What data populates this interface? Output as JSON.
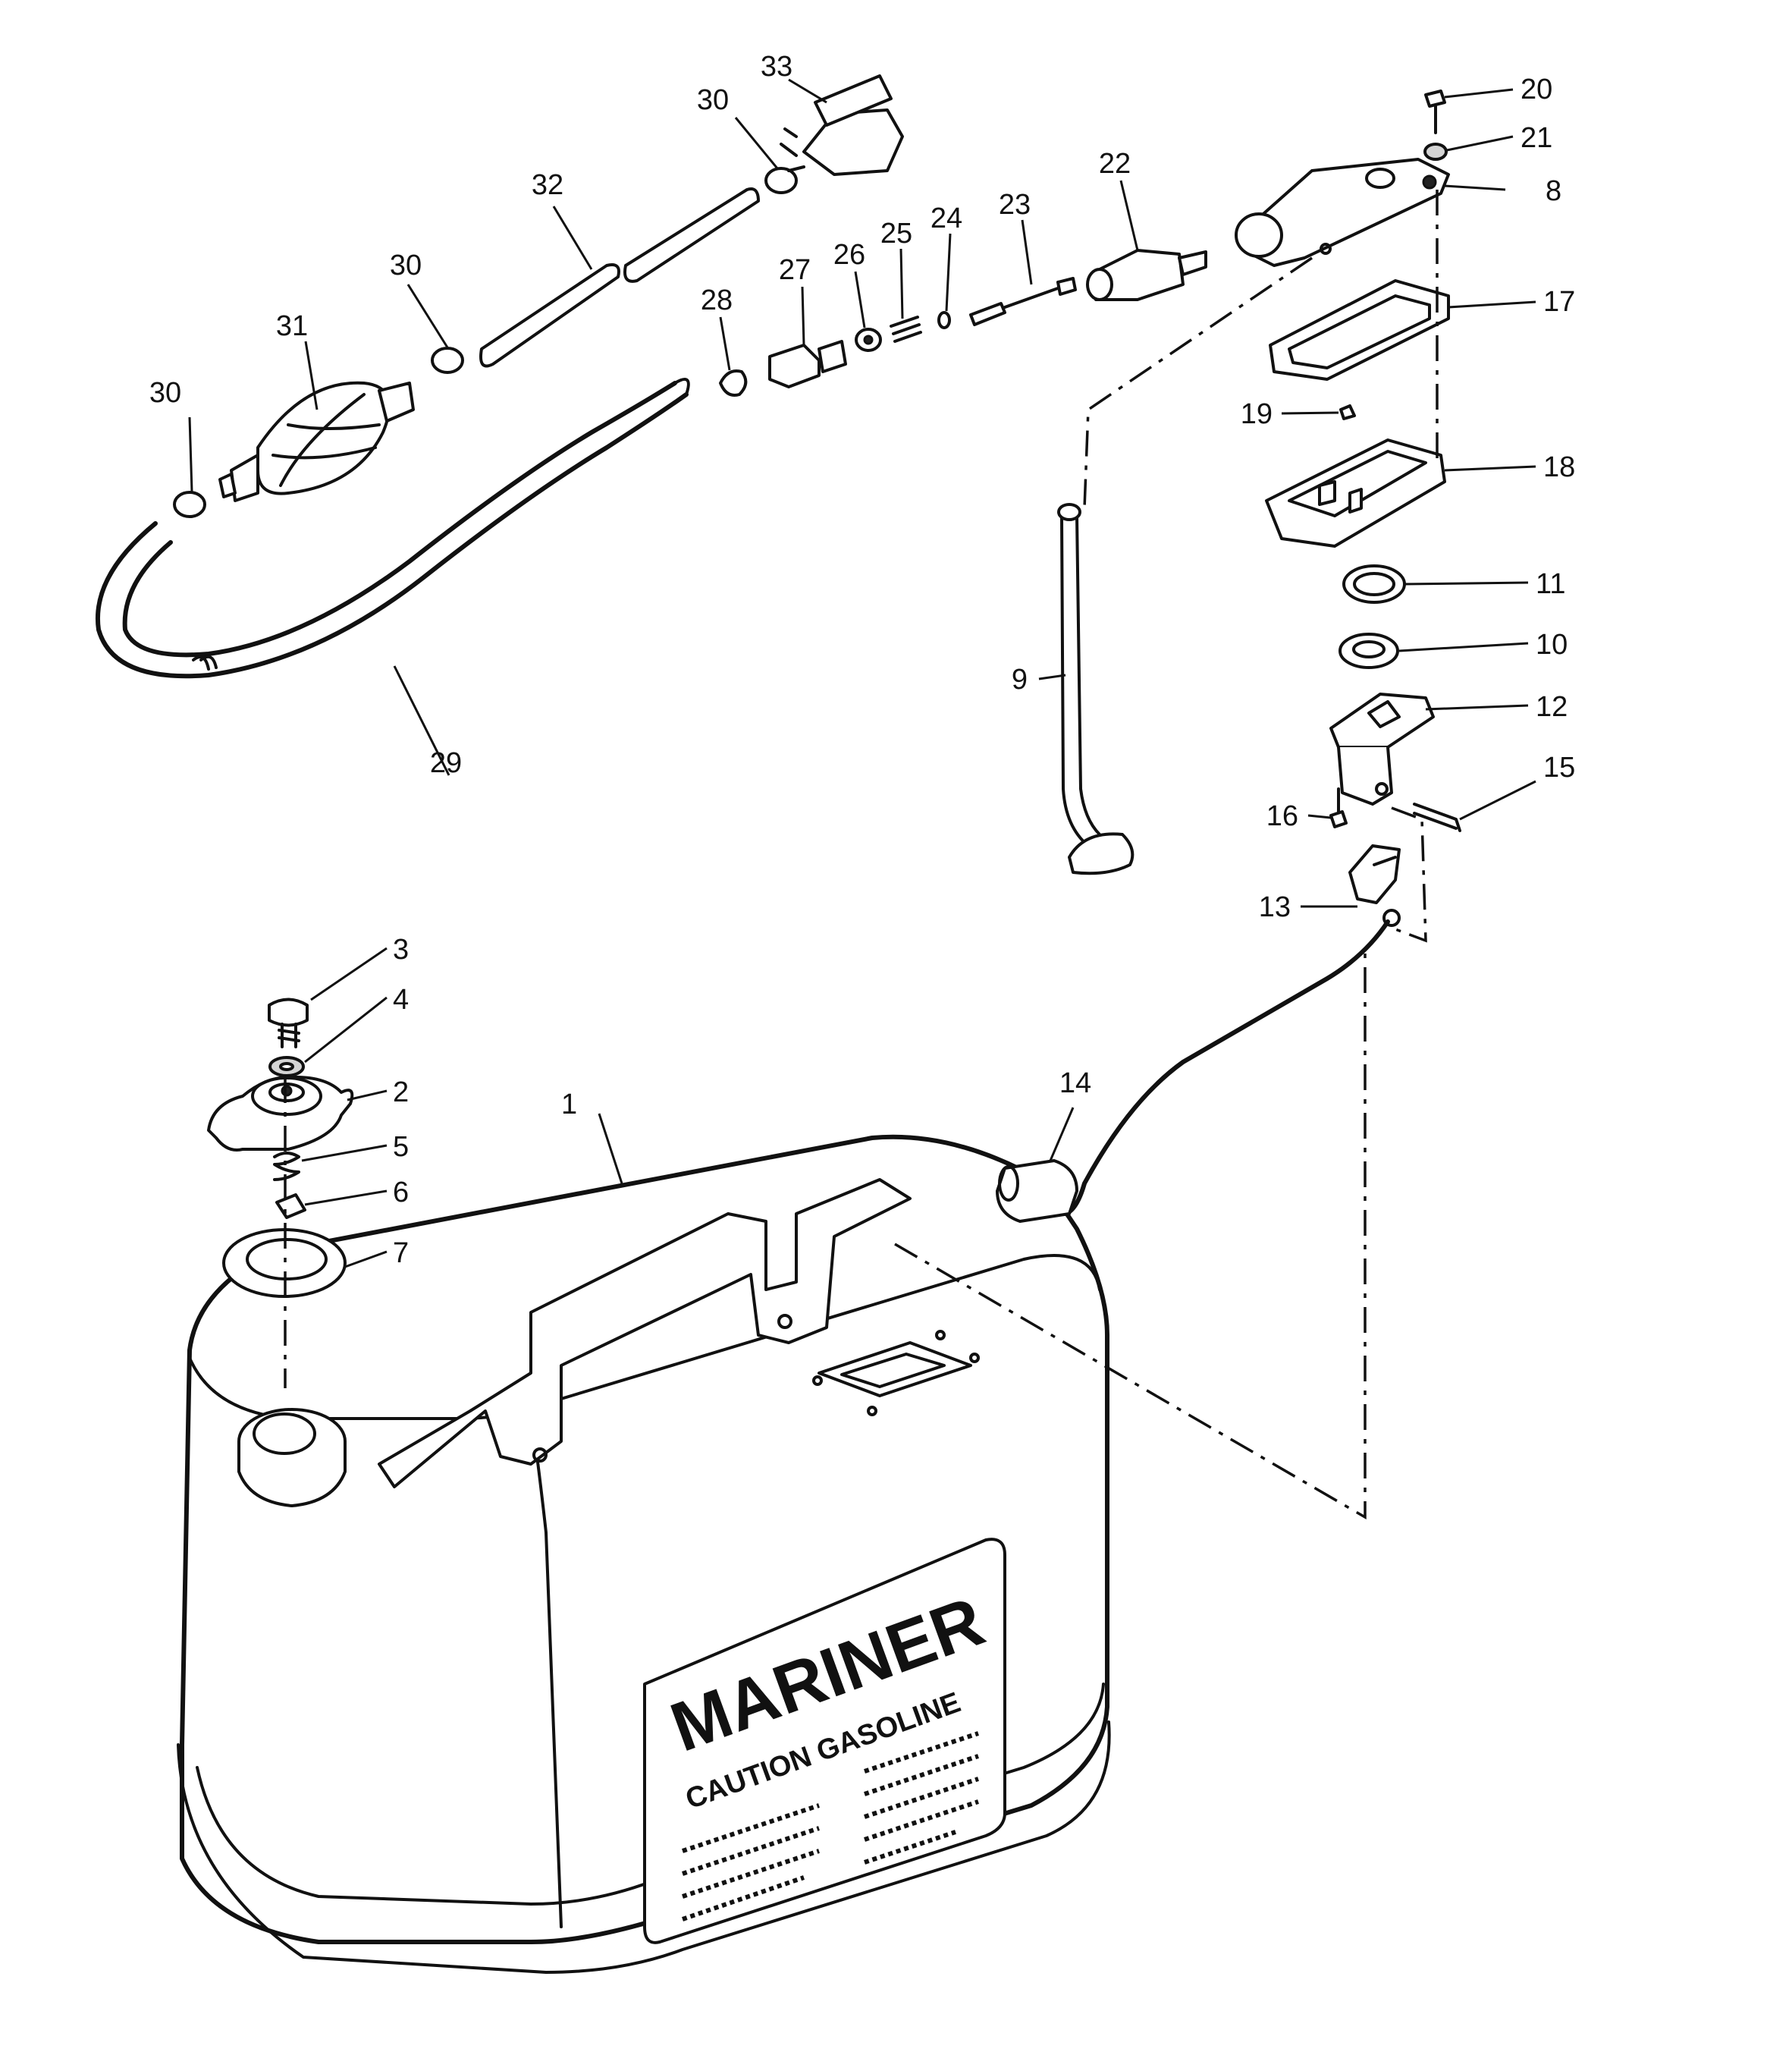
{
  "callouts": [
    "1",
    "2",
    "3",
    "4",
    "5",
    "6",
    "7",
    "8",
    "9",
    "10",
    "11",
    "12",
    "13",
    "14",
    "15",
    "16",
    "17",
    "18",
    "19",
    "20",
    "21",
    "22",
    "23",
    "24",
    "25",
    "26",
    "27",
    "28",
    "29",
    "30",
    "31",
    "32",
    "33"
  ],
  "label": {
    "brand": "MARINER",
    "caution": "CAUTION GASOLINE"
  }
}
